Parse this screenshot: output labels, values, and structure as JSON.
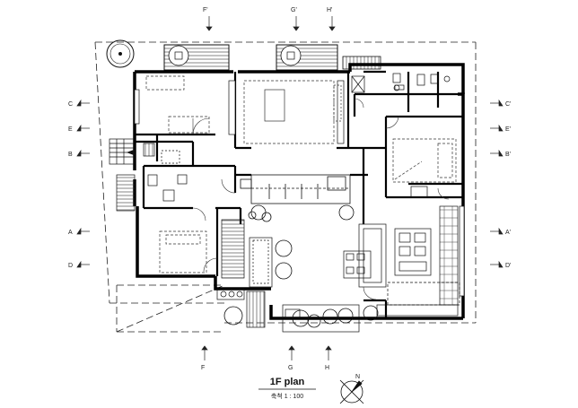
{
  "drawing": {
    "title": "1F plan",
    "scale": "축척 1 : 100",
    "north_label": "N",
    "north_icon": "north-arrow-icon"
  },
  "section_markers": {
    "left": [
      "C",
      "E",
      "B",
      "A",
      "D"
    ],
    "right": [
      "C'",
      "E'",
      "B'",
      "A'",
      "D'"
    ],
    "top": [
      "F'",
      "G'",
      "H'"
    ],
    "bottom": [
      "F",
      "G",
      "H"
    ]
  },
  "colors": {
    "line": "#111111",
    "wall": "#000000",
    "hatch": "#555555"
  }
}
